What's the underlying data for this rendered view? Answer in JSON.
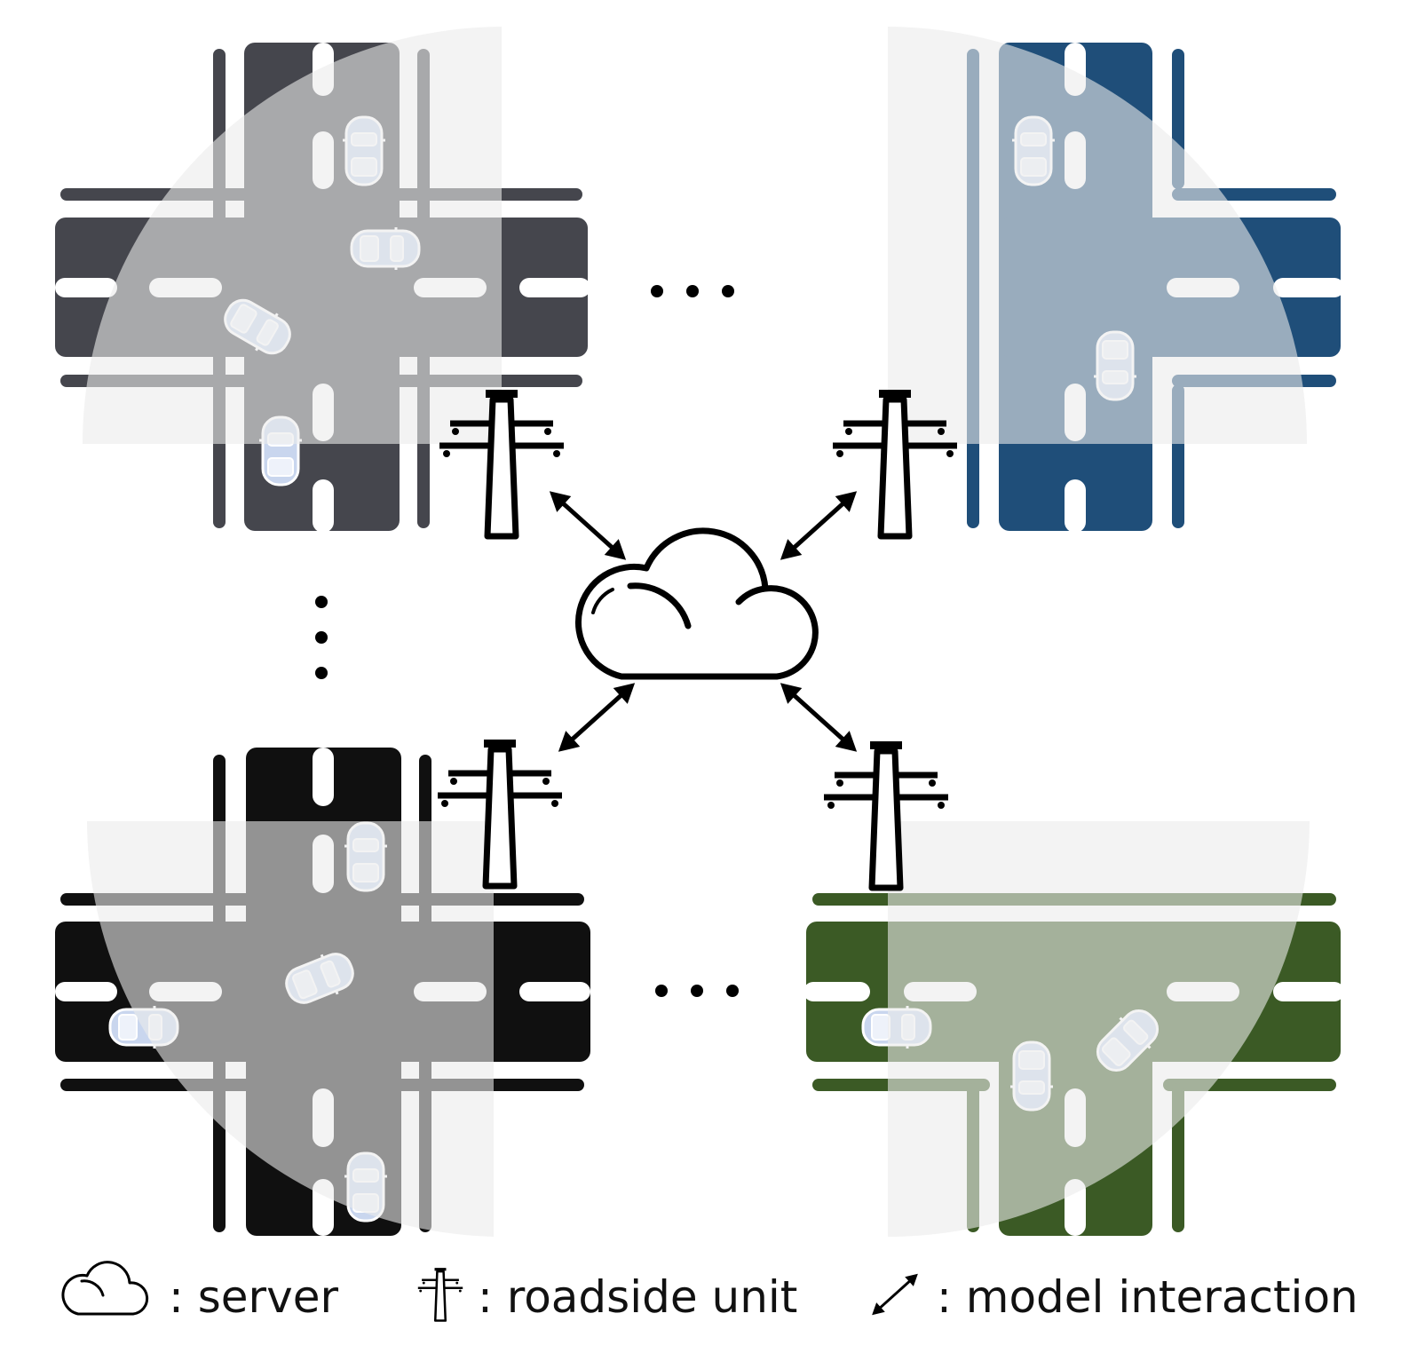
{
  "colors": {
    "intersection_top_left": "#45464d",
    "intersection_top_right": "#1f4e79",
    "intersection_bottom_left": "#101010",
    "intersection_bottom_right": "#3b5a25",
    "coverage_overlay": "#ebebeb",
    "car": "#c9d6ee",
    "icon_stroke": "#000000"
  },
  "icons": {
    "server": "cloud-icon",
    "roadside_unit": "utility-pole-icon",
    "model_interaction": "double-arrow-icon",
    "vehicle": "car-icon"
  },
  "legend": {
    "server_label": ": server",
    "rsu_label": ": roadside unit",
    "interaction_label": ": model interaction"
  }
}
